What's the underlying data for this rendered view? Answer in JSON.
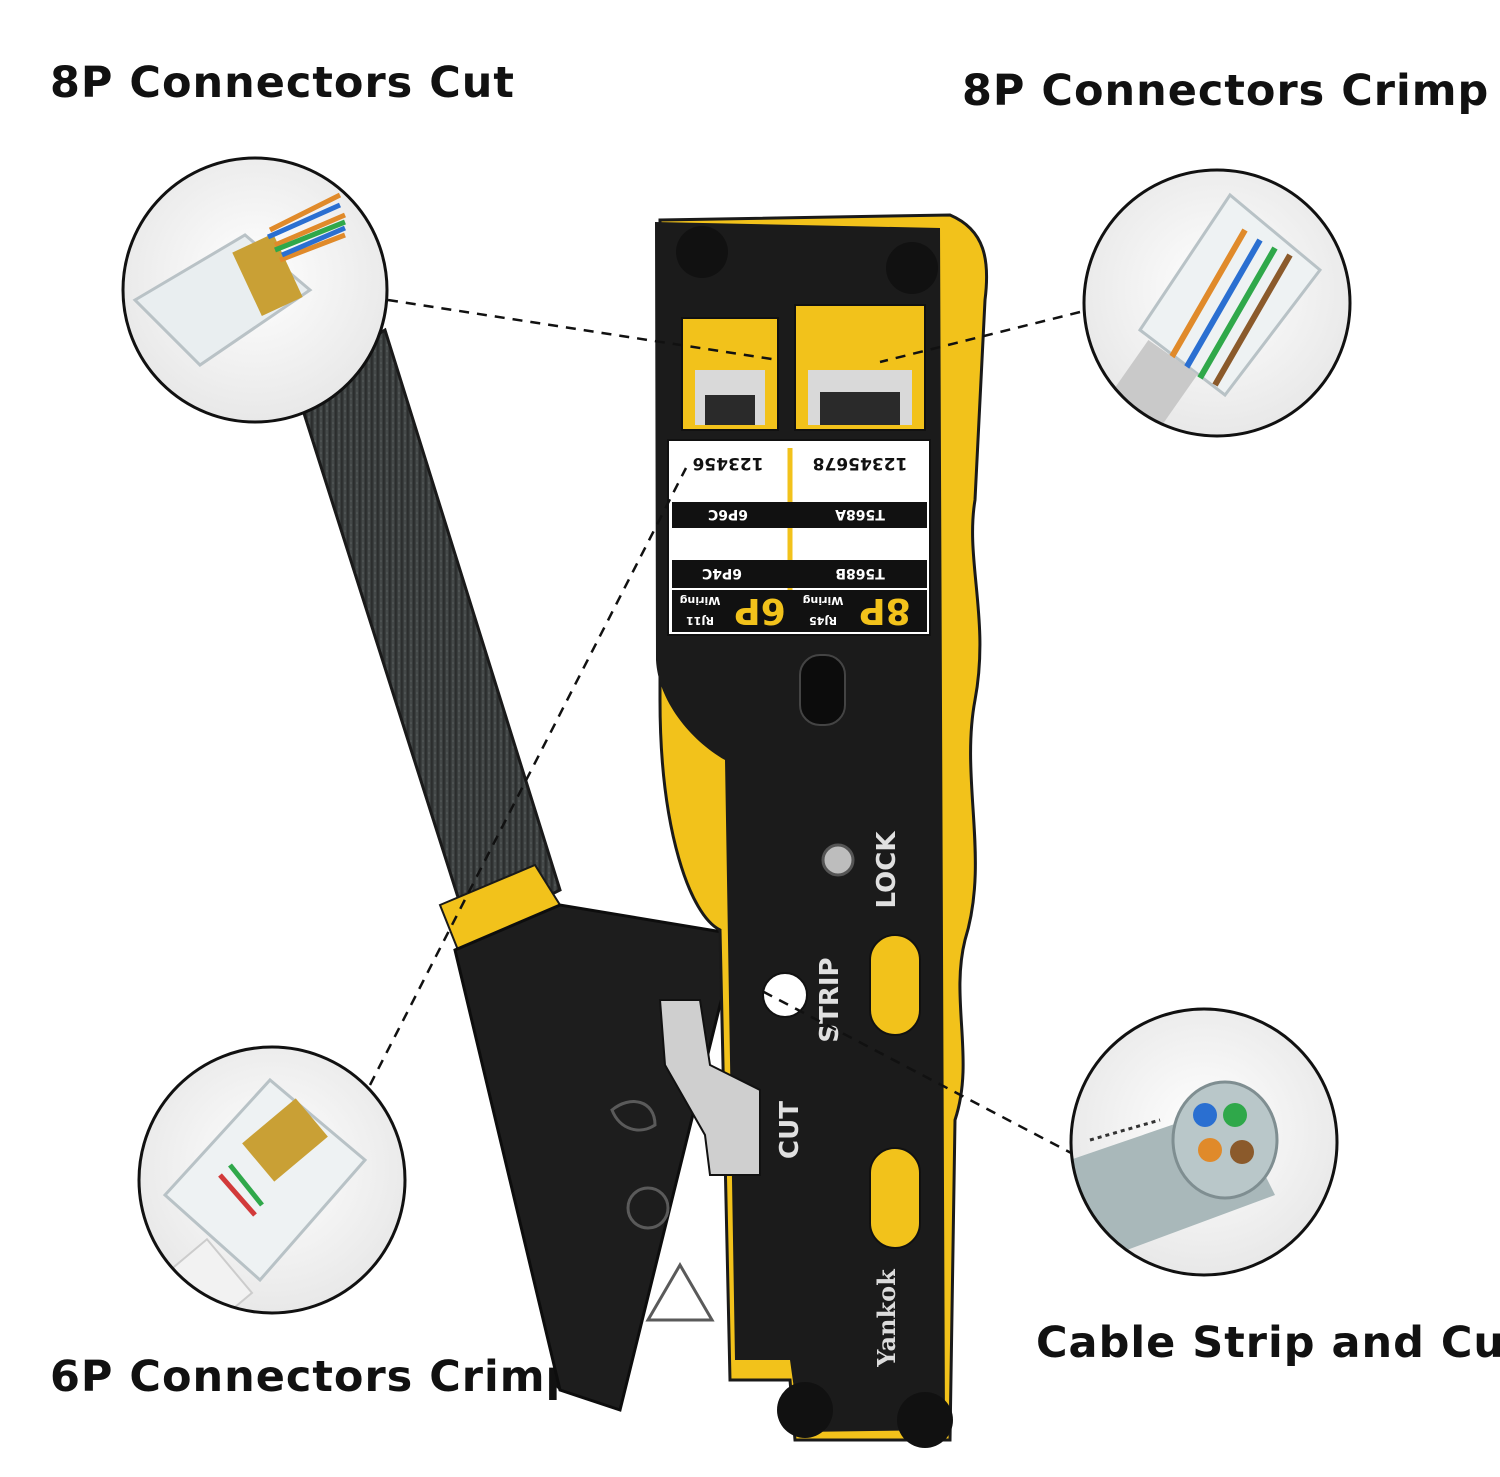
{
  "labels": {
    "cut_8p": "8P Connectors Cut",
    "crimp_8p": "8P Connectors Crimp",
    "crimp_6p": "6P Connectors Crimp",
    "strip_cut": "Cable Strip and Cut"
  },
  "tool": {
    "brand": "Yankok",
    "lock_label": "LOCK",
    "strip_label": "STRIP",
    "cut_label": "CUT",
    "wiring_8p": {
      "size": "8P",
      "sub": "RJ45",
      "sub2": "Wiring",
      "pins": "12345678",
      "std_a": "T568A",
      "std_b": "T568B"
    },
    "wiring_6p": {
      "size": "6P",
      "sub": "RJ11",
      "sub2": "Wiring",
      "pins": "123456",
      "c1": "6P6C",
      "c2": "6P4C"
    }
  },
  "colors": {
    "yellow": "#f2c21b",
    "tool_black": "#1b1b1b",
    "grip_gray": "#3b3f3f"
  }
}
